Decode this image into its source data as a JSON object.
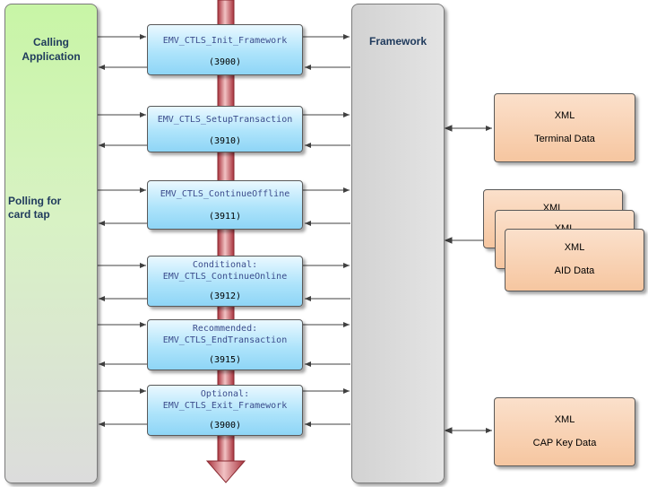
{
  "calling_application": {
    "title": "Calling\nApplication",
    "polling_label": "Polling for\ncard tap"
  },
  "framework": {
    "title": "Framework"
  },
  "functions": [
    {
      "name": "EMV_CTLS_Init_Framework",
      "code": "(3900)"
    },
    {
      "name": "EMV_CTLS_SetupTransaction",
      "code": "(3910)"
    },
    {
      "name": "EMV_CTLS_ContinueOffline",
      "code": "(3911)"
    },
    {
      "name": "Conditional:\nEMV_CTLS_ContinueOnline",
      "code": "(3912)"
    },
    {
      "name": "Recommended:\nEMV_CTLS_EndTransaction",
      "code": "(3915)"
    },
    {
      "name": "Optional:\nEMV_CTLS_Exit_Framework",
      "code": "(3900)"
    }
  ],
  "xml_files": [
    {
      "label": "XML",
      "name": "Terminal Data"
    },
    {
      "label": "XML",
      "name": "AID Data",
      "stack_label": "XML"
    },
    {
      "label": "XML",
      "name": "CAP Key Data"
    }
  ],
  "colors": {
    "app_green": "#c8f5a6",
    "fn_blue": "#8ed5f6",
    "xml_orange": "#f6c6a0",
    "timeline_red": "#c0505a"
  }
}
